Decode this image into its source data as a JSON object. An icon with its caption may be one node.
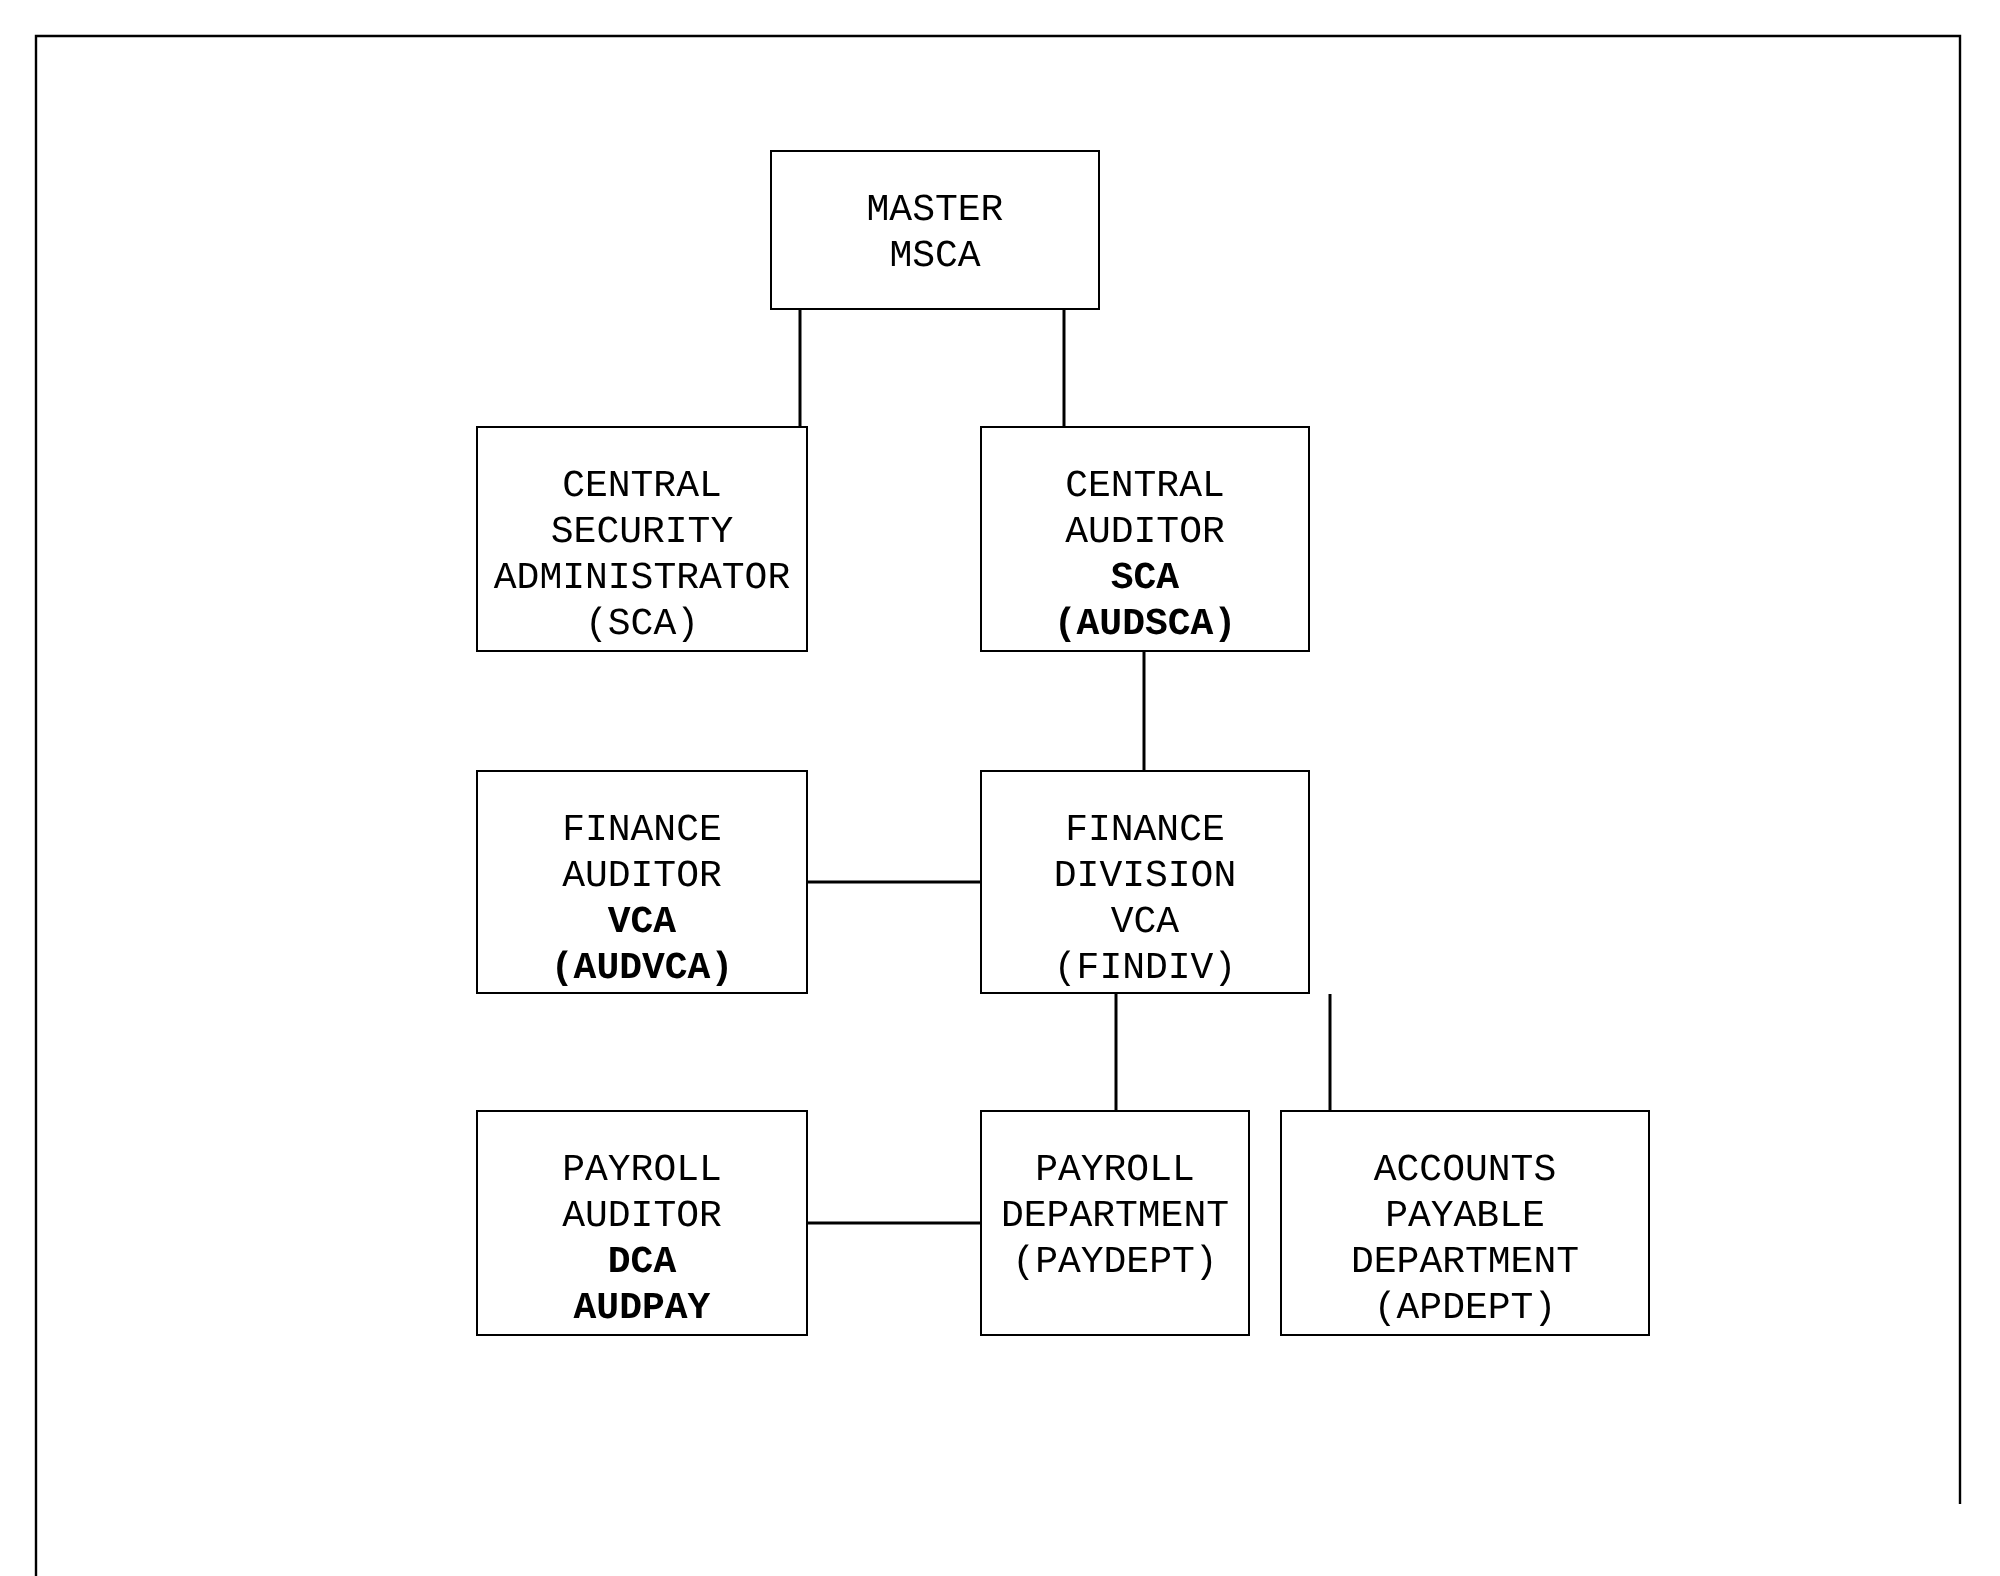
{
  "diagram": {
    "nodes": [
      {
        "text": [
          "MASTER MSCA"
        ]
      },
      {
        "text": [
          "CENTRAL SECURITY ADMINISTRATOR (SCA)"
        ]
      },
      {
        "text": [
          "CENTRAL AUDITOR **SCA (AUDSCA)**"
        ]
      },
      {
        "text": [
          "FINANCE AUDITOR **VCA (AUDVCA)**"
        ]
      },
      {
        "text": [
          "FINANCE DIVISION VCA (FINDIV)"
        ]
      },
      {
        "text": [
          "PAYROLL AUDITOR **DCA AUDPAY**"
        ]
      },
      {
        "text": [
          "PAYROLL DEPARTMENT (PAYDEPT)"
        ]
      },
      {
        "text": [
          "ACCOUNTS PAYABLE DEPARTMENT (APDEPT)"
        ]
      }
    ],
    "edges": [
      {
        "from": 0,
        "to": 1,
        "arrow": "none"
      },
      {
        "from": 0,
        "to": 2,
        "arrow": "none"
      },
      {
        "from": 2,
        "to": 4,
        "arrow": "none"
      },
      {
        "from": 3,
        "to": 4,
        "arrow": "none"
      },
      {
        "from": 4,
        "to": 6,
        "arrow": "none"
      },
      {
        "from": 4,
        "to": 7,
        "arrow": "none"
      },
      {
        "from": 5,
        "to": 6,
        "arrow": "none"
      }
    ]
  }
}
